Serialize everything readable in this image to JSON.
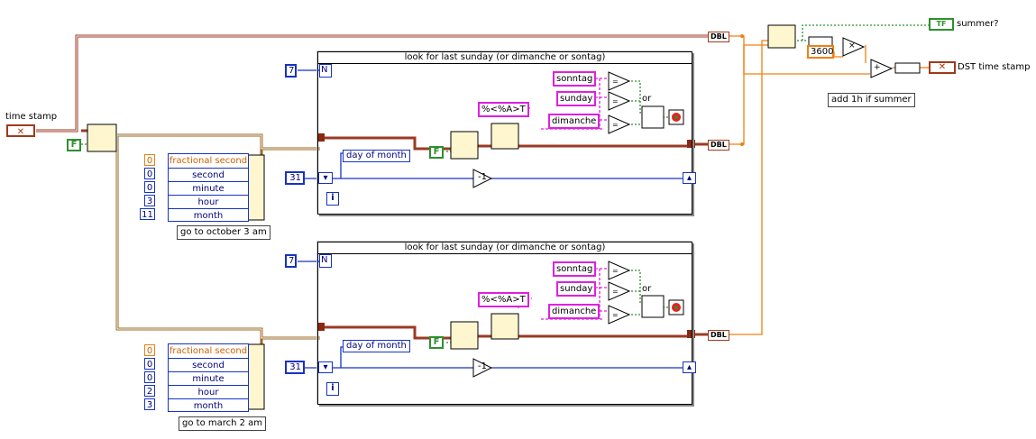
{
  "time_stamp_label": "time stamp",
  "false_const": "F",
  "x_glyph": "✕",
  "dbl": "DBL",
  "summer_label": "summer?",
  "tf": "TF",
  "dst_label": "DST time stamp",
  "add_label": "add 1h if summer",
  "const_3600": "3600",
  "or_label": "or",
  "format_str": "%<%A>T",
  "seven": "7",
  "thirtyone": "31",
  "day_of_month": "day of month",
  "loop_title": "look for last sunday (or dimanche or sontag)",
  "names": [
    "sonntag",
    "sunday",
    "dimanche"
  ],
  "n_label": "N",
  "i_label": "i",
  "cluster_fields": [
    "fractional second",
    "second",
    "minute",
    "hour",
    "month"
  ],
  "cluster_top_values": [
    "0",
    "0",
    "0",
    "3",
    "11"
  ],
  "cluster_bottom_values": [
    "0",
    "0",
    "0",
    "2",
    "3"
  ],
  "october_label": "go to october 3 am",
  "march_label": "go to march 2 am",
  "minus1": "-1",
  "plus": "+",
  "times": "×",
  "v_label": "v"
}
